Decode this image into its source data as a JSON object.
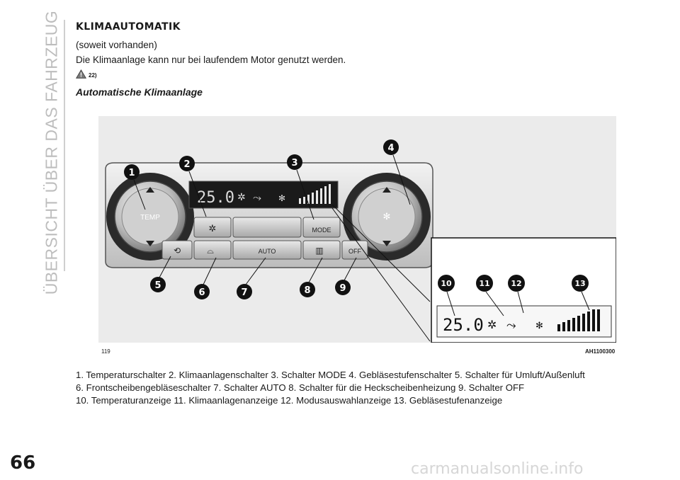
{
  "sidebar": {
    "chapter_title": "ÜBERSICHT ÜBER DAS FAHRZEUG"
  },
  "section": {
    "title": "KLIMAAUTOMATIK",
    "availability_note": "(soweit vorhanden)",
    "intro": "Die Klimaanlage kann nur bei laufendem Motor genutzt werden.",
    "warning_ref": "22)",
    "subheading": "Automatische Klimaanlage"
  },
  "figure": {
    "number": "119",
    "code": "AH1100300",
    "panel": {
      "temp_label": "TEMP",
      "mode_label": "MODE",
      "auto_label": "AUTO",
      "off_label": "OFF",
      "display_temp": "25.0",
      "inset_temp": "25.0",
      "callouts": [
        "1",
        "2",
        "3",
        "4",
        "5",
        "6",
        "7",
        "8",
        "9",
        "10",
        "11",
        "12",
        "13"
      ]
    }
  },
  "caption": {
    "line1": "1. Temperaturschalter  2. Klimaanlagenschalter  3. Schalter MODE  4. Gebläsestufenschalter  5. Schalter für Umluft/Außenluft",
    "line2": "6. Frontscheibengebläseschalter  7. Schalter AUTO  8. Schalter für die Heckscheibenheizung  9. Schalter OFF",
    "line3": "10. Temperaturanzeige  11. Klimaanlagenanzeige  12. Modusauswahlanzeige  13. Gebläsestufenanzeige"
  },
  "footer": {
    "page_number": "66",
    "watermark": "carmanualsonline.info"
  }
}
